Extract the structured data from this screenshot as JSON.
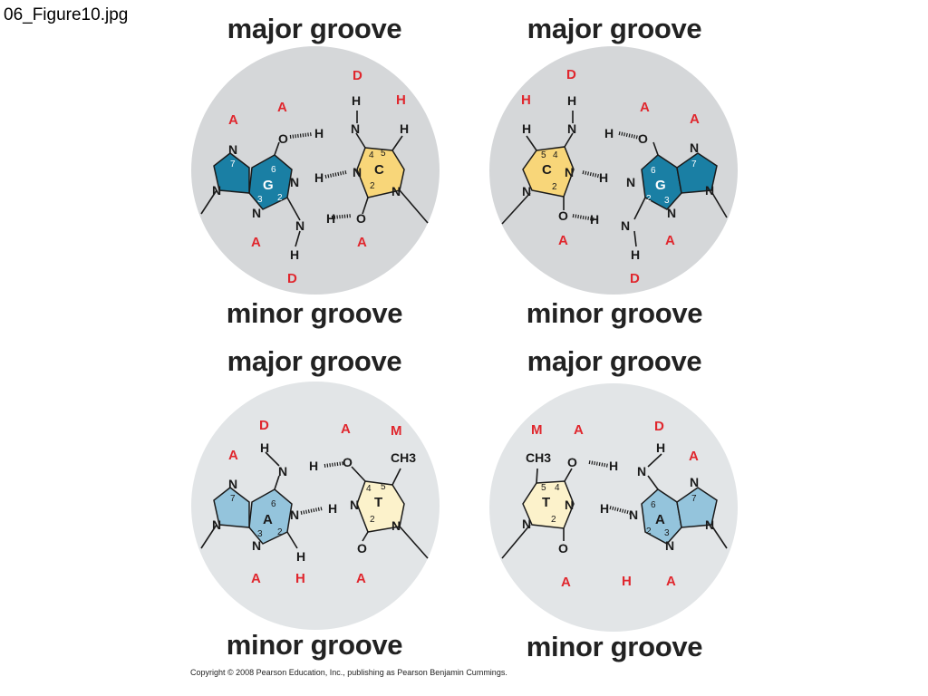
{
  "file_label": "06_Figure10.jpg",
  "copyright": "Copyright © 2008 Pearson Education, Inc., publishing as Pearson Benjamin Cummings.",
  "colors": {
    "circle": "#d5d7d9",
    "circle_lower": "#e2e5e7",
    "guanine": "#1a7fa4",
    "cytosine": "#f8d679",
    "adenine": "#94c4dc",
    "thymine": "#fcf2cb",
    "mark": "#e0262d"
  },
  "panels": [
    {
      "id": "gc",
      "major": "major groove",
      "minor": "minor groove",
      "marks": {
        "m1": "D",
        "m2": "H",
        "m3": "A",
        "m4": "A",
        "m5": "A",
        "m6": "A",
        "m7": "D"
      },
      "atoms": {
        "n7": "N",
        "n9": "N",
        "n1": "N",
        "n3": "N",
        "o6": "O",
        "h_o6": "H",
        "n4": "N",
        "h_n4a": "H",
        "h_n4b": "H",
        "c5h": "H",
        "cn3": "N",
        "h_n1": "H",
        "cn1": "N",
        "o2": "O",
        "h_o2": "H",
        "n2": "N",
        "h_n2": "H"
      },
      "bases": {
        "left": "G",
        "right": "C"
      },
      "nums": {
        "l7": "7",
        "l6": "6",
        "l3": "3",
        "l2": "2",
        "r4": "4",
        "r5": "5",
        "r2": "2"
      }
    },
    {
      "id": "cg",
      "major": "major groove",
      "minor": "minor groove",
      "marks": {
        "m1": "D",
        "m2": "H",
        "m3": "A",
        "m4": "A",
        "m5": "A",
        "m6": "A",
        "m7": "D"
      },
      "atoms": {
        "c5h": "H",
        "h_n4b": "H",
        "n4": "N",
        "h_n4a": "H",
        "o6": "O",
        "n7": "N",
        "cn3": "N",
        "h_n1": "H",
        "n1": "N",
        "n9": "N",
        "cn1": "N",
        "o2": "O",
        "h_o2": "H",
        "n3": "N",
        "n2": "N",
        "h_n2": "H"
      },
      "bases": {
        "left": "C",
        "right": "G"
      },
      "nums": {
        "r5": "5",
        "r4": "4",
        "r2": "2",
        "l6": "6",
        "l7": "7",
        "l2": "2",
        "l3": "3"
      }
    },
    {
      "id": "at",
      "major": "major groove",
      "minor": "minor groove",
      "marks": {
        "m1": "D",
        "m2": "A",
        "m3": "M",
        "m4": "A",
        "m5": "A",
        "m6": "H",
        "m7": "A"
      },
      "atoms": {
        "h_n6": "H",
        "n6": "N",
        "h_n6b": "H",
        "o4": "O",
        "ch3": "CH3",
        "n7": "N",
        "n1": "N",
        "h_n3": "H",
        "n3": "N",
        "n9": "N",
        "n3a": "N",
        "h_c2": "H",
        "tn1": "N",
        "o2": "O"
      },
      "bases": {
        "left": "A",
        "right": "T"
      },
      "nums": {
        "l7": "7",
        "l6": "6",
        "l3": "3",
        "l2": "2",
        "r4": "4",
        "r5": "5",
        "r2": "2"
      }
    },
    {
      "id": "ta",
      "major": "major groove",
      "minor": "minor groove",
      "marks": {
        "m1": "M",
        "m2": "A",
        "m3": "D",
        "m4": "A",
        "m5": "A",
        "m6": "H",
        "m7": "A"
      },
      "atoms": {
        "ch3": "CH3",
        "o4": "O",
        "h_n6b": "H",
        "n6": "N",
        "h_n6": "H",
        "n7": "N",
        "tn3": "N",
        "h_n3": "H",
        "n1": "N",
        "tn1": "N",
        "n9": "N",
        "o2": "O",
        "n3a": "N"
      },
      "bases": {
        "left": "T",
        "right": "A"
      },
      "nums": {
        "r5": "5",
        "r4": "4",
        "r2": "2",
        "l6": "6",
        "l7": "7",
        "l2": "2",
        "l3": "3"
      }
    }
  ]
}
